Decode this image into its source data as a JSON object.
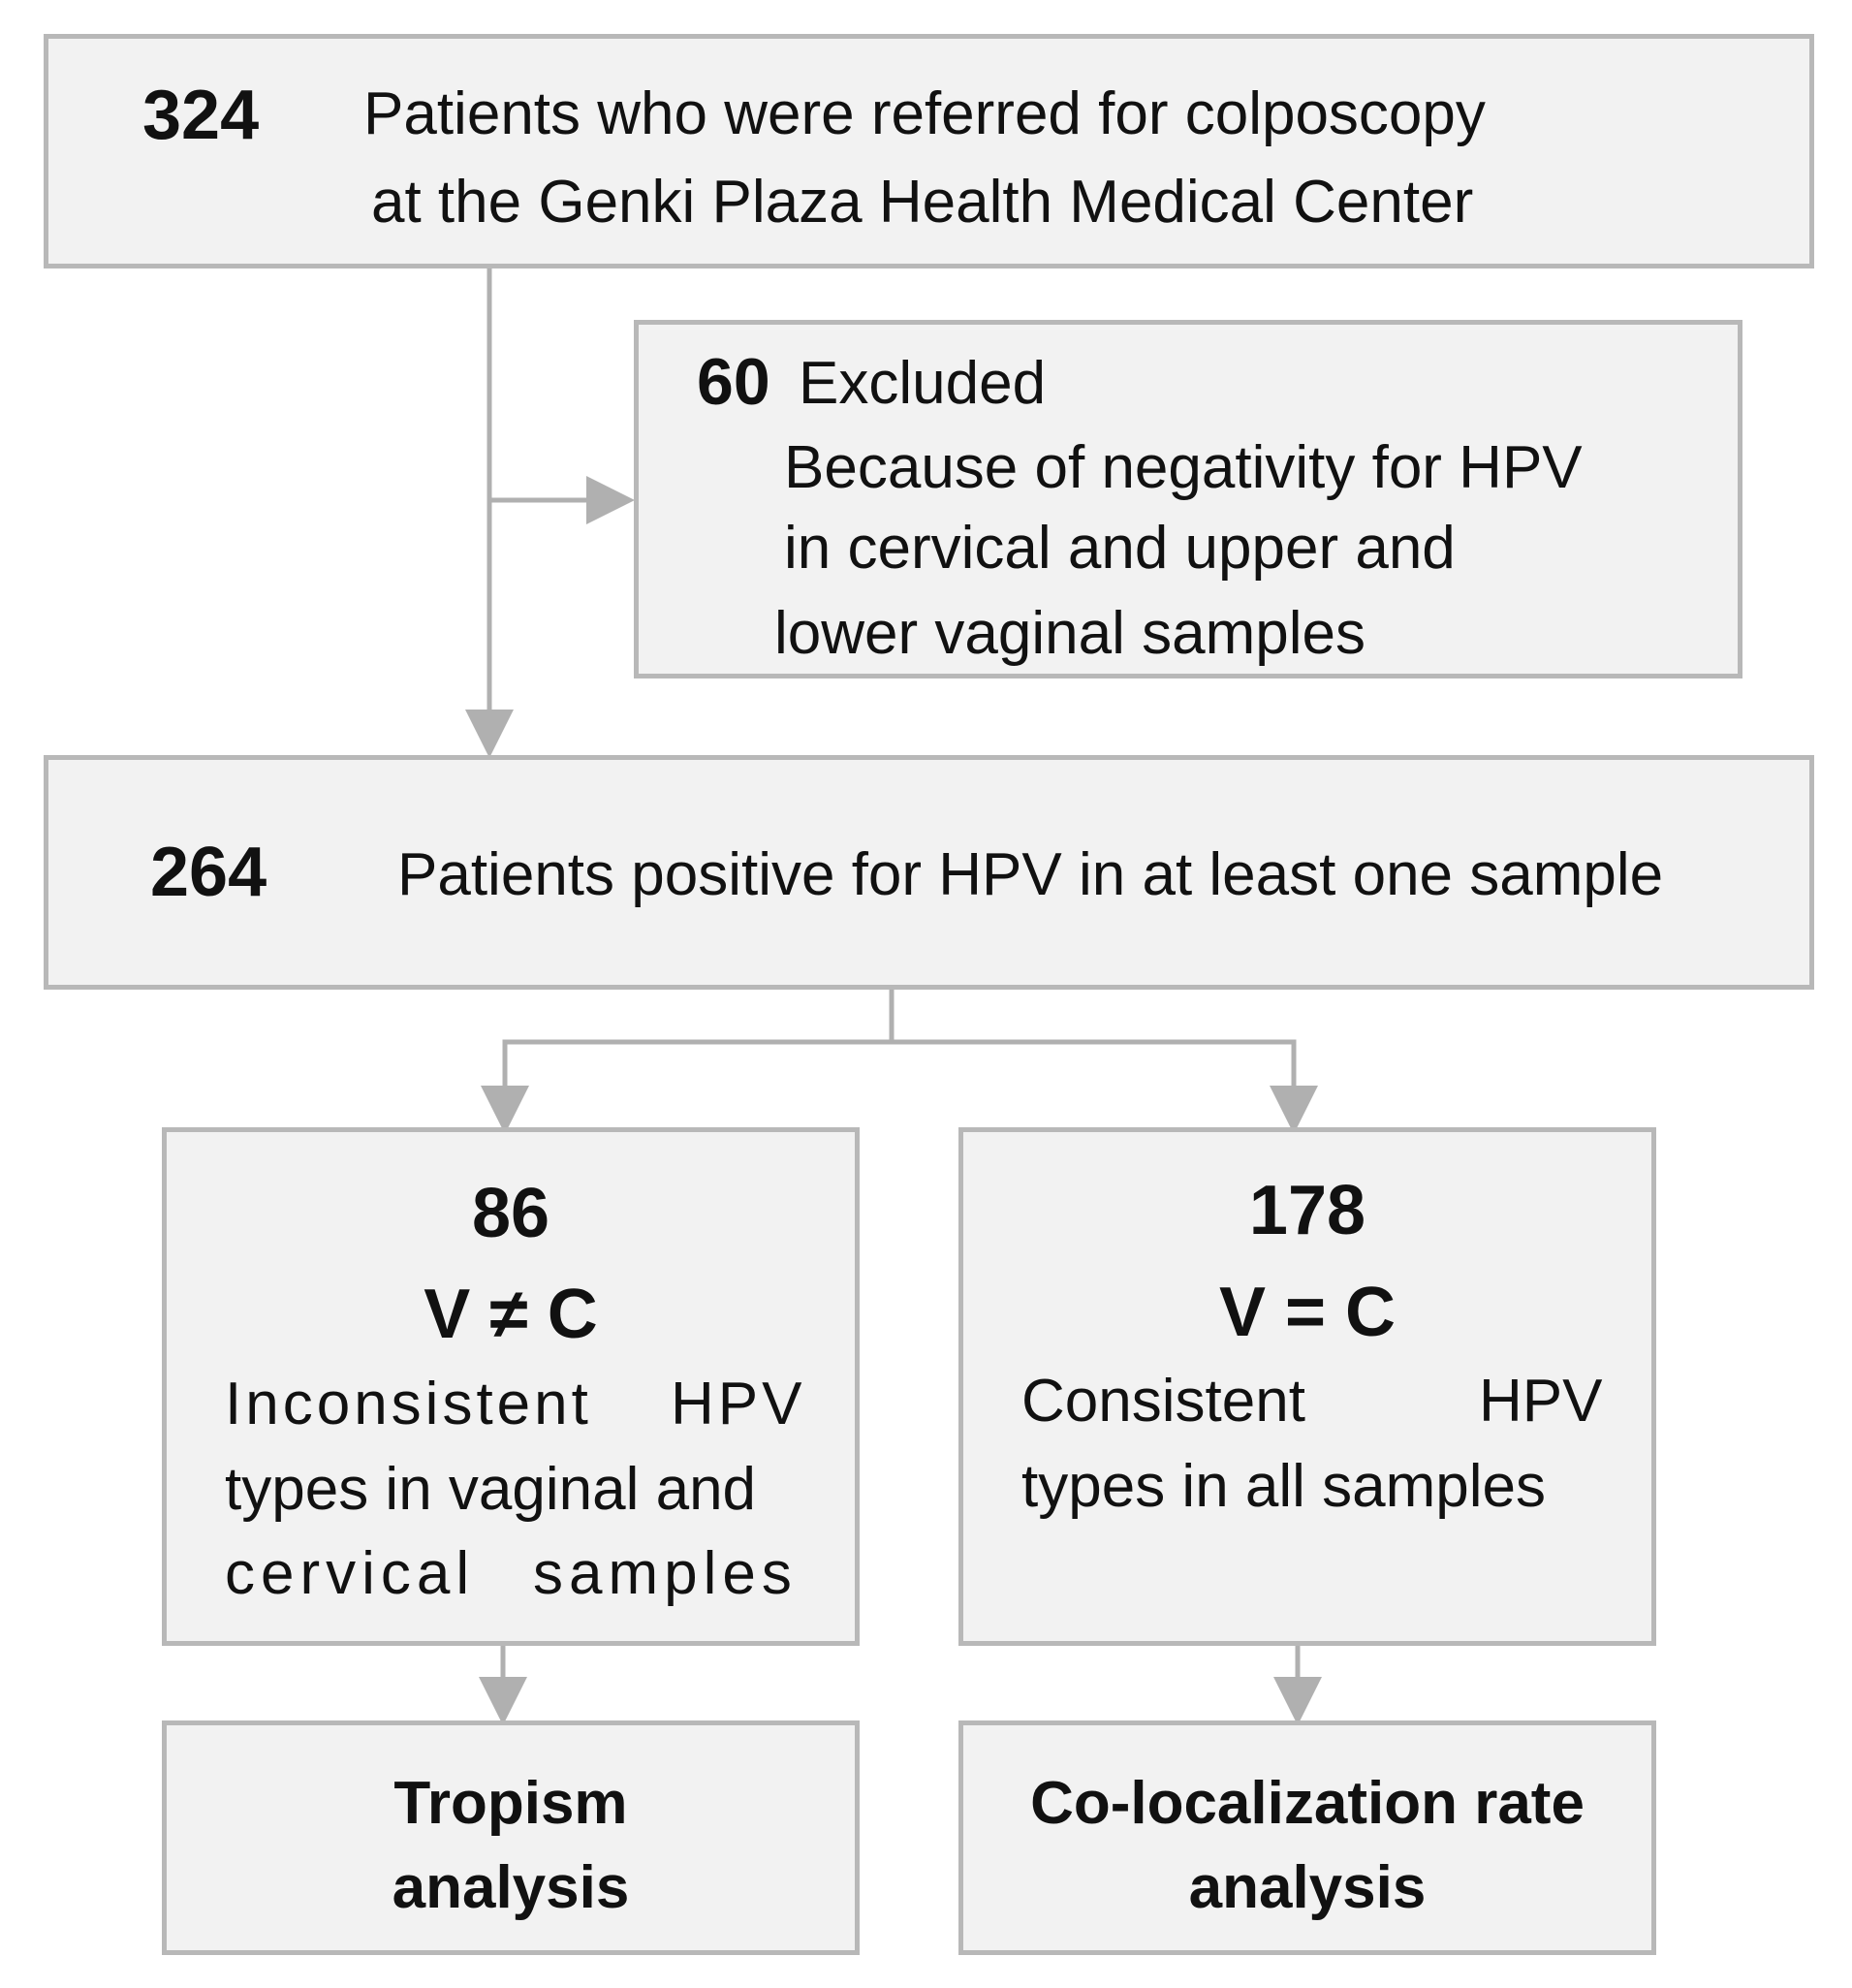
{
  "boxes": {
    "referred": {
      "count": "324",
      "line1": "Patients who were referred for colposcopy",
      "line2": "at the Genki Plaza Health Medical Center"
    },
    "excluded": {
      "count": "60",
      "label": "Excluded",
      "line1": "Because of negativity for HPV",
      "line2": "in cervical and upper and",
      "line3": "lower vaginal samples"
    },
    "positive": {
      "count": "264",
      "text": "Patients positive for HPV in at least one sample"
    },
    "inconsistent": {
      "count": "86",
      "relation": "V ≠ C",
      "line1a": "Inconsistent",
      "line1b": "HPV",
      "line2": "types in vaginal and",
      "line3a": "cervical",
      "line3b": "samples"
    },
    "consistent": {
      "count": "178",
      "relation": "V = C",
      "line1a": "Consistent",
      "line1b": "HPV",
      "line2": "types in all samples"
    },
    "tropism": {
      "line1": "Tropism",
      "line2": "analysis"
    },
    "colocalization": {
      "line1": "Co-localization rate",
      "line2": "analysis"
    }
  },
  "colors": {
    "box_fill": "#f2f2f2",
    "border": "#b8b8b8",
    "arrow": "#b0b0b0"
  }
}
